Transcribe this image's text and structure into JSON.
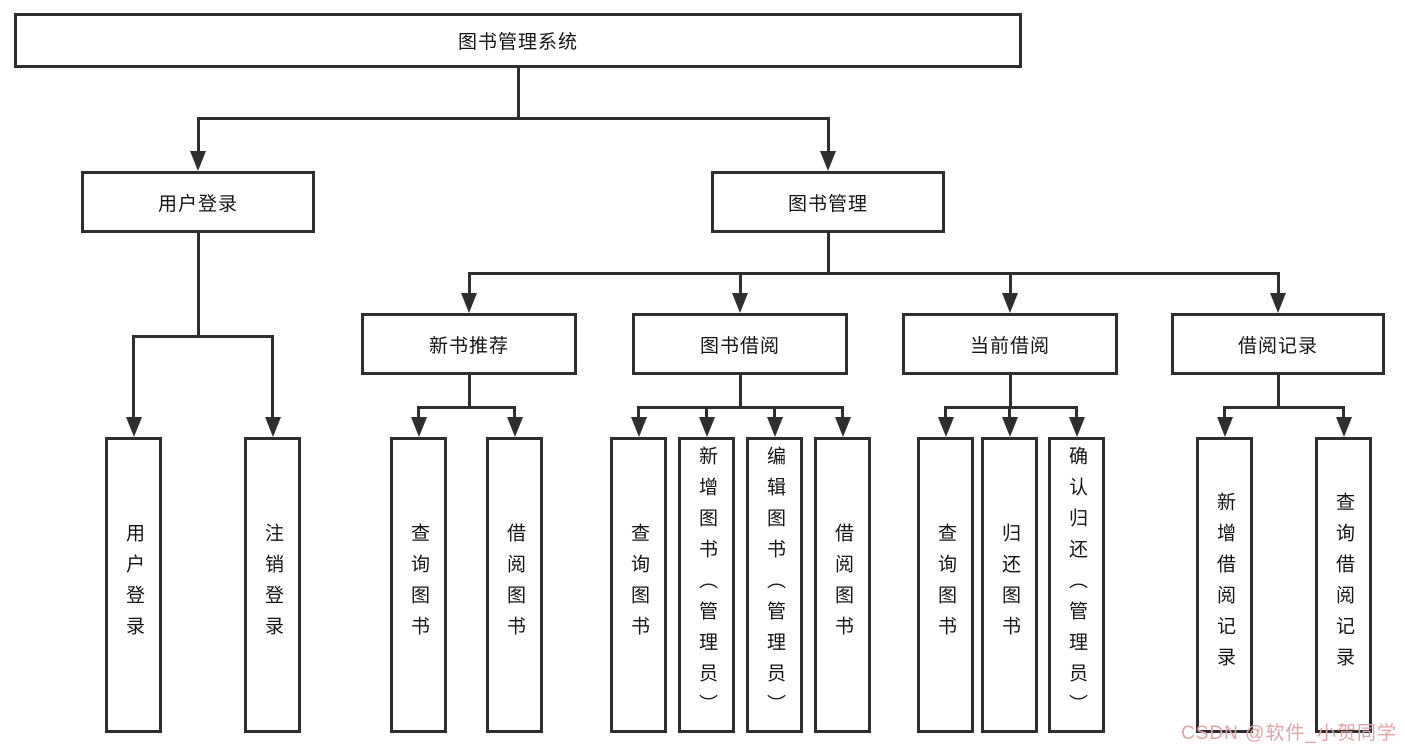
{
  "diagram": {
    "type": "hierarchy-tree",
    "title": "图书管理系统",
    "watermark": "CSDN @软件_小贺同学",
    "colors": {
      "line": "#2e2e2e",
      "box_border": "#2e2e2e",
      "box_fill": "#ffffff",
      "text": "#141414",
      "watermark": "#e2a4a4",
      "background": "#ffffff"
    },
    "tree": {
      "id": "system",
      "label": "图书管理系统",
      "children": [
        {
          "id": "user-login",
          "label": "用户登录",
          "children": [
            {
              "id": "login",
              "label": "用户登录"
            },
            {
              "id": "logout",
              "label": "注销登录"
            }
          ]
        },
        {
          "id": "book-mgmt",
          "label": "图书管理",
          "children": [
            {
              "id": "new-book-rec",
              "label": "新书推荐",
              "children": [
                {
                  "id": "nb-query",
                  "label": "查询图书"
                },
                {
                  "id": "nb-borrow",
                  "label": "借阅图书"
                }
              ]
            },
            {
              "id": "book-borrow",
              "label": "图书借阅",
              "children": [
                {
                  "id": "bb-query",
                  "label": "查询图书"
                },
                {
                  "id": "bb-add",
                  "label": "新增图书（管理员）"
                },
                {
                  "id": "bb-edit",
                  "label": "编辑图书（管理员）"
                },
                {
                  "id": "bb-borrow",
                  "label": "借阅图书"
                }
              ]
            },
            {
              "id": "current-borrow",
              "label": "当前借阅",
              "children": [
                {
                  "id": "cb-query",
                  "label": "查询图书"
                },
                {
                  "id": "cb-return",
                  "label": "归还图书"
                },
                {
                  "id": "cb-confirm",
                  "label": "确认归还（管理员）"
                }
              ]
            },
            {
              "id": "borrow-record",
              "label": "借阅记录",
              "children": [
                {
                  "id": "br-add",
                  "label": "新增借阅记录"
                },
                {
                  "id": "br-query",
                  "label": "查询借阅记录"
                }
              ]
            }
          ]
        }
      ]
    }
  }
}
